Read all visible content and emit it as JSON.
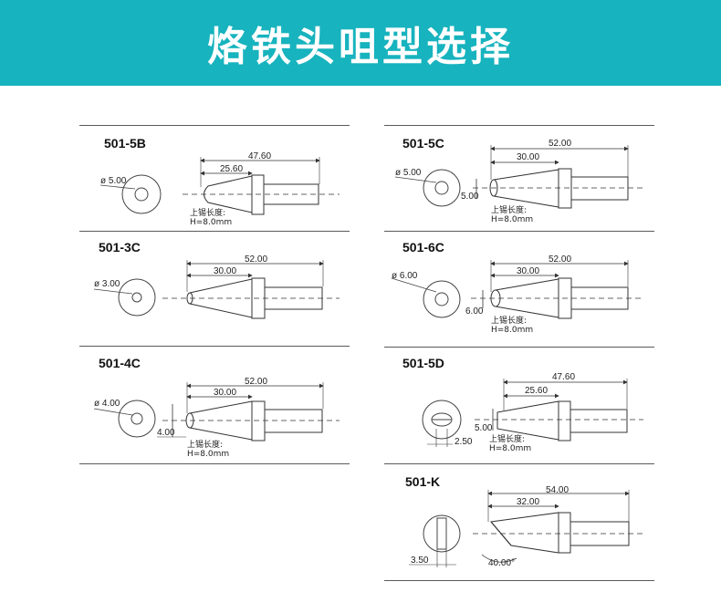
{
  "page": {
    "title": "烙铁头咀型选择"
  },
  "tips": [
    {
      "id": "501-5B",
      "diameter": "ø 5.00",
      "total": "47.60",
      "taper": "25.60",
      "note1": "上锡长度:",
      "note2": "H=8.0mm"
    },
    {
      "id": "501-3C",
      "diameter": "ø 3.00",
      "total": "52.00",
      "taper": "30.00"
    },
    {
      "id": "501-4C",
      "diameter": "ø 4.00",
      "total": "52.00",
      "taper": "30.00",
      "face": "4.00",
      "note1": "上锡长度:",
      "note2": "H=8.0mm"
    },
    {
      "id": "501-5C",
      "diameter": "ø 5.00",
      "total": "52.00",
      "taper": "30.00",
      "face": "5.00",
      "note1": "上锡长度:",
      "note2": "H=8.0mm"
    },
    {
      "id": "501-6C",
      "diameter": "ø 6.00",
      "total": "52.00",
      "taper": "30.00",
      "face": "6.00",
      "note1": "上锡长度:",
      "note2": "H=8.0mm"
    },
    {
      "id": "501-5D",
      "total": "47.60",
      "taper": "25.60",
      "face": "5.00",
      "width": "2.50",
      "note1": "上锡长度:",
      "note2": "H=8.0mm"
    },
    {
      "id": "501-K",
      "total": "54.00",
      "taper": "32.00",
      "width": "3.50",
      "angle": "40.00°"
    }
  ]
}
